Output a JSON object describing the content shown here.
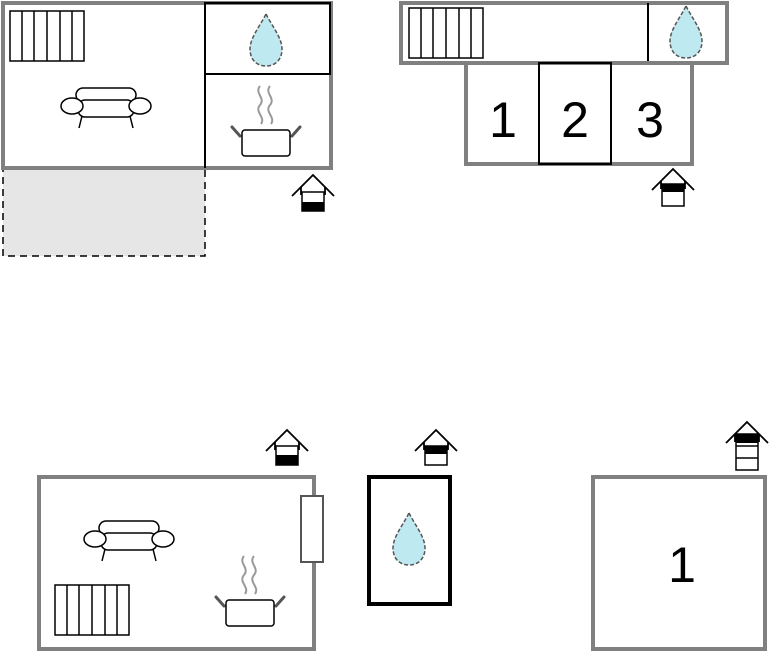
{
  "plan": {
    "bedroom_labels": [
      "1",
      "2",
      "3",
      "1"
    ],
    "colors": {
      "wall": "#808080",
      "terrace": "#e6e6e6",
      "water": "#bfe9f1"
    },
    "icons": [
      "radiator-icon",
      "sofa-icon",
      "water-drop-icon",
      "cooking-pot-icon",
      "floor-level-icon"
    ]
  }
}
